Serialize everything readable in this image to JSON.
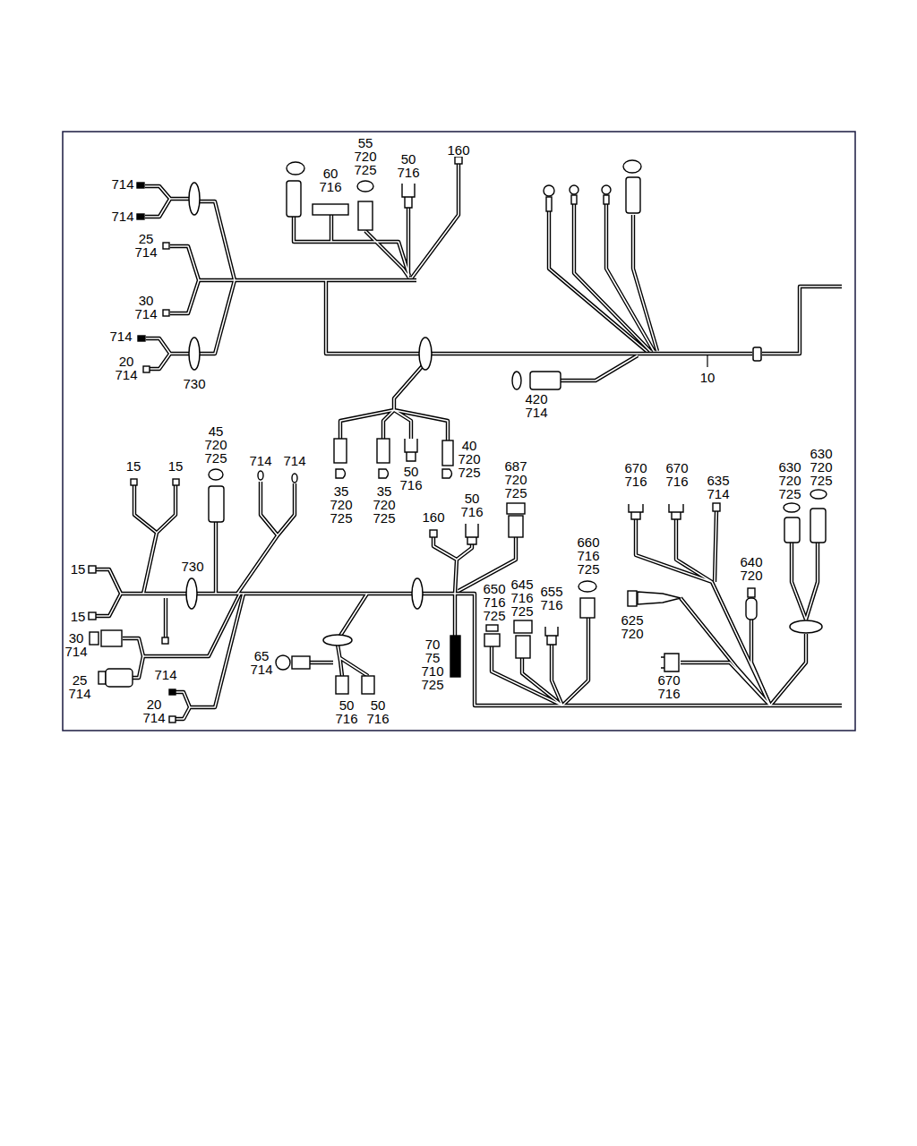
{
  "diagram": {
    "labels": [
      "714",
      "714",
      "25 714",
      "30 714",
      "714",
      "20 714",
      "730",
      "60 716",
      "55 720 725",
      "50 716",
      "160",
      "420 714",
      "10",
      "45 720 725",
      "15",
      "15",
      "714",
      "714",
      "35 720 725",
      "35 720 725",
      "50 716",
      "40 720 725",
      "687 720 725",
      "160",
      "50 716",
      "670 716",
      "670 716",
      "635 714",
      "630 720 725",
      "630 720 725",
      "15",
      "730",
      "640 720",
      "660 716 725",
      "650 716 725",
      "645 716 725",
      "655 716",
      "15",
      "30 714",
      "625 720",
      "70 75 710 725",
      "65 714",
      "25 714",
      "714",
      "670 716",
      "20 714",
      "50 716",
      "50 716"
    ]
  }
}
